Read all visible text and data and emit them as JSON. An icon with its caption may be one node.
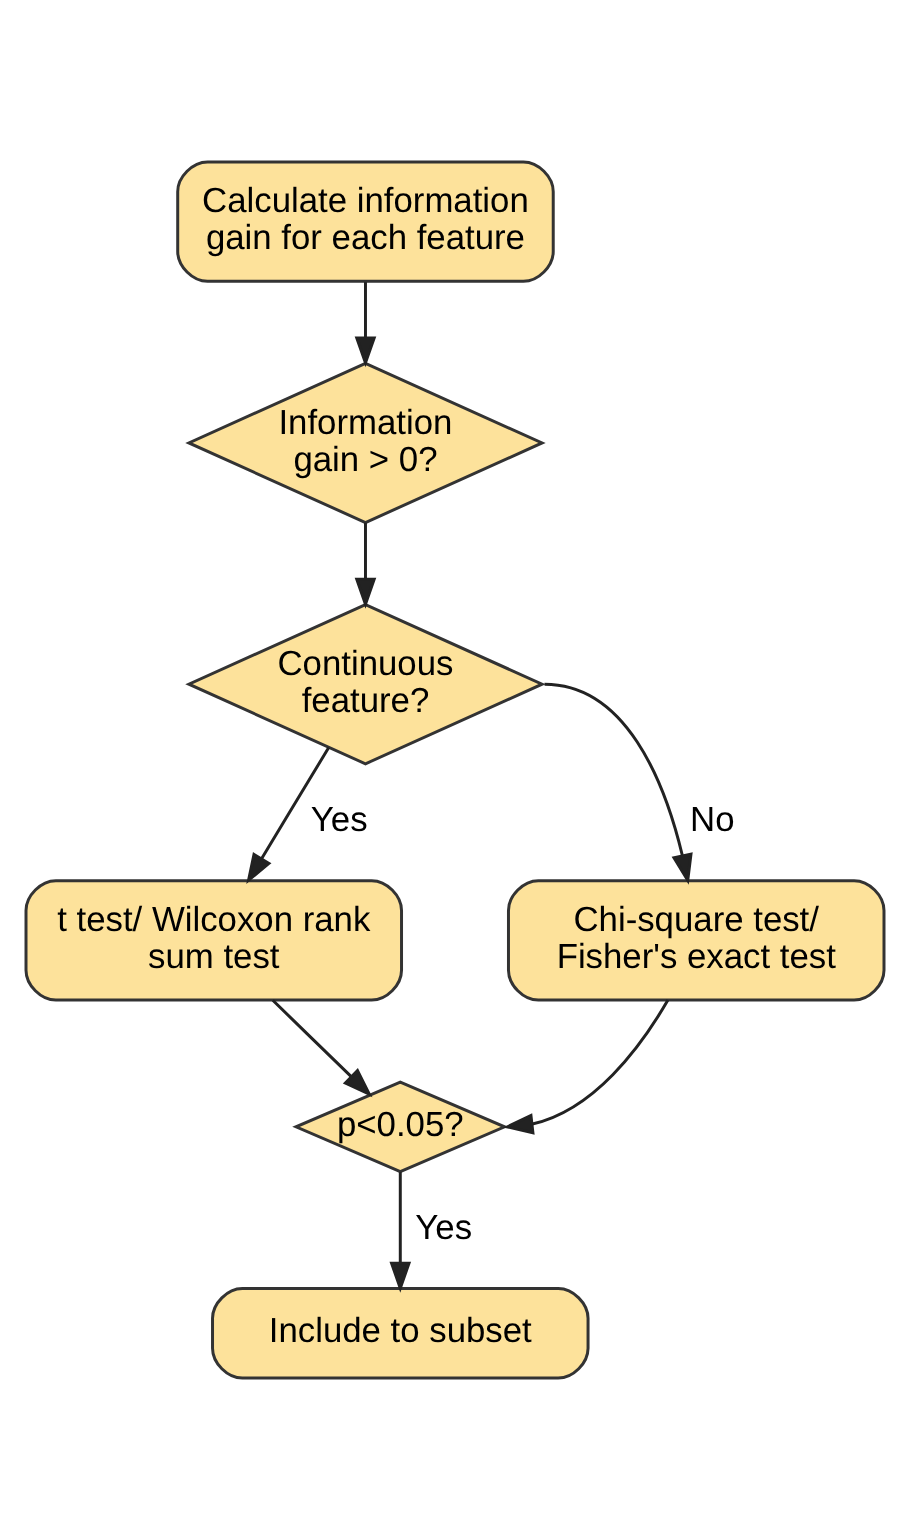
{
  "diagram": {
    "nodes": [
      {
        "text": [
          "Calculate information gain for each feature"
        ]
      },
      {
        "text": [
          "Information gain > 0?"
        ]
      },
      {
        "text": [
          "Continuous feature?"
        ]
      },
      {
        "text": [
          "t test/ Wilcoxon rank sum test"
        ]
      },
      {
        "text": [
          "Chi-square test/ Fisher's exact test"
        ]
      },
      {
        "text": [
          "p<0.05?"
        ]
      },
      {
        "text": [
          "Include to subset"
        ]
      }
    ],
    "edges": [
      {
        "from": 0,
        "to": 1,
        "arrow": "to"
      },
      {
        "from": 1,
        "to": 2,
        "arrow": "to"
      },
      {
        "from": 2,
        "to": 3,
        "arrow": "to",
        "label": "Yes"
      },
      {
        "from": 2,
        "to": 4,
        "arrow": "to",
        "label": "No"
      },
      {
        "from": 3,
        "to": 5,
        "arrow": "to"
      },
      {
        "from": 4,
        "to": 5,
        "arrow": "to"
      },
      {
        "from": 5,
        "to": 6,
        "arrow": "to",
        "label": "Yes"
      }
    ]
  }
}
